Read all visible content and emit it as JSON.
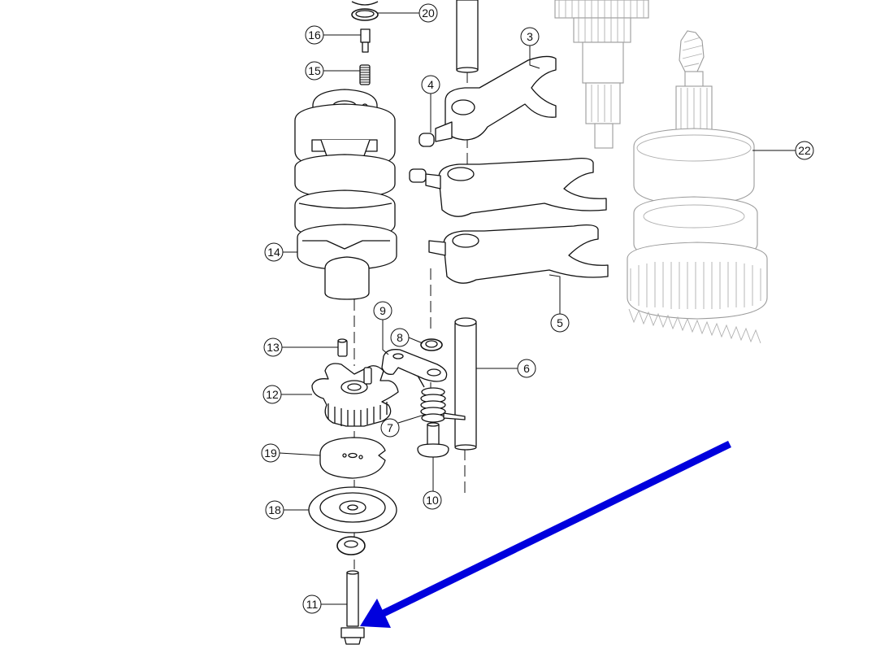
{
  "callouts": [
    {
      "id": "c20",
      "label": "20"
    },
    {
      "id": "c16",
      "label": "16"
    },
    {
      "id": "c15",
      "label": "15"
    },
    {
      "id": "c3",
      "label": "3"
    },
    {
      "id": "c4",
      "label": "4"
    },
    {
      "id": "c22",
      "label": "22"
    },
    {
      "id": "c14",
      "label": "14"
    },
    {
      "id": "c5",
      "label": "5"
    },
    {
      "id": "c9",
      "label": "9"
    },
    {
      "id": "c8",
      "label": "8"
    },
    {
      "id": "c13",
      "label": "13"
    },
    {
      "id": "c6",
      "label": "6"
    },
    {
      "id": "c12",
      "label": "12"
    },
    {
      "id": "c7",
      "label": "7"
    },
    {
      "id": "c19",
      "label": "19"
    },
    {
      "id": "c10",
      "label": "10"
    },
    {
      "id": "c18",
      "label": "18"
    },
    {
      "id": "c11",
      "label": "11"
    }
  ],
  "colors": {
    "line": "#111111",
    "ghost": "#9a9a9a",
    "arrow": "#0000dd",
    "background": "#ffffff"
  },
  "annotation": {
    "type": "arrow",
    "points_to_callout": "11"
  }
}
